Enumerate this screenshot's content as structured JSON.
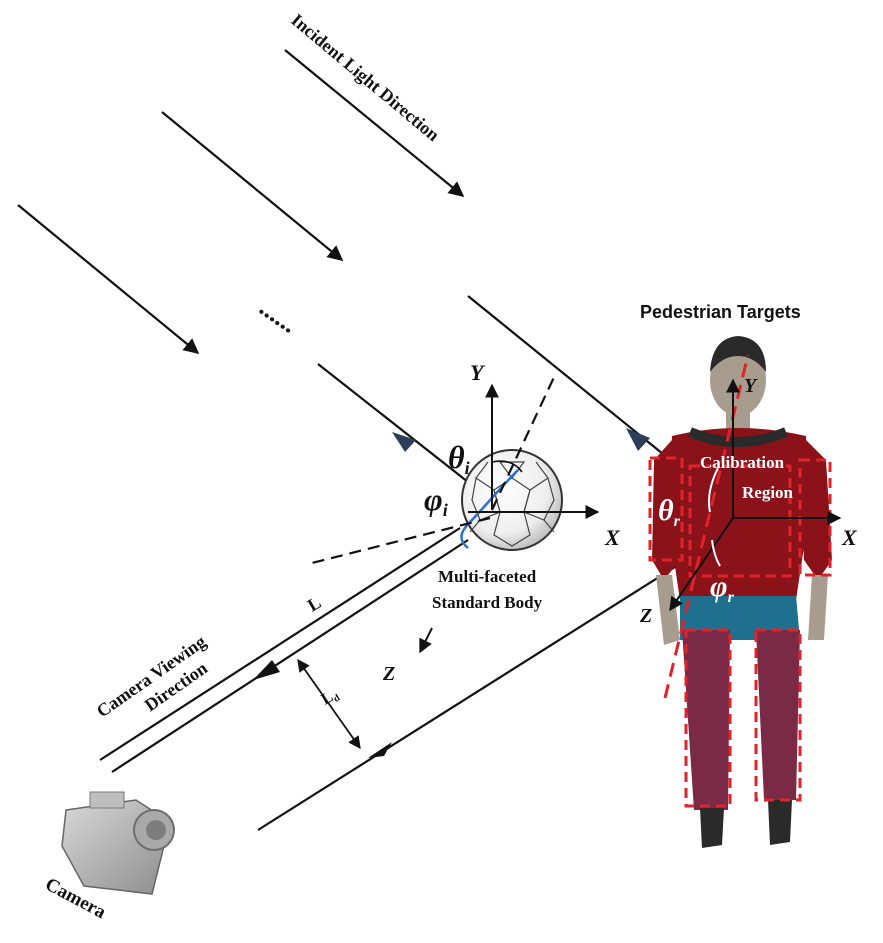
{
  "labels": {
    "incident_light": "Incident Light Direction",
    "pedestrian_targets": "Pedestrian Targets",
    "calibration_line1": "Calibration",
    "calibration_line2": "Region",
    "multi_faceted_line1": "Multi-faceted",
    "multi_faceted_line2": "Standard Body",
    "camera_viewing_line1": "Camera Viewing",
    "camera_viewing_line2": "Direction",
    "camera": "Camera",
    "dots": "......",
    "distance_L": "L",
    "distance_Ld": "L",
    "distance_Ld_sub": "d"
  },
  "axes": {
    "sphere": {
      "x": "X",
      "y": "Y",
      "z": "Z"
    },
    "target": {
      "x": "X",
      "y": "Y",
      "z": "Z"
    }
  },
  "angles": {
    "theta_i": "θ",
    "theta_i_sub": "i",
    "phi_i": "φ",
    "phi_i_sub": "i",
    "theta_r": "θ",
    "theta_r_sub": "r",
    "phi_r": "φ",
    "phi_r_sub": "r"
  },
  "colors": {
    "arrow": "#111111",
    "arrowhead_accent": "#2c3e5c",
    "dashed_red": "#e0232a",
    "shirt": "#8b1219",
    "pants": "#1f6f8f",
    "skin": "#a89c8e",
    "hair": "#2a2a2a",
    "sphere_outline": "#333333",
    "curve_blue": "#2e6fd0"
  }
}
